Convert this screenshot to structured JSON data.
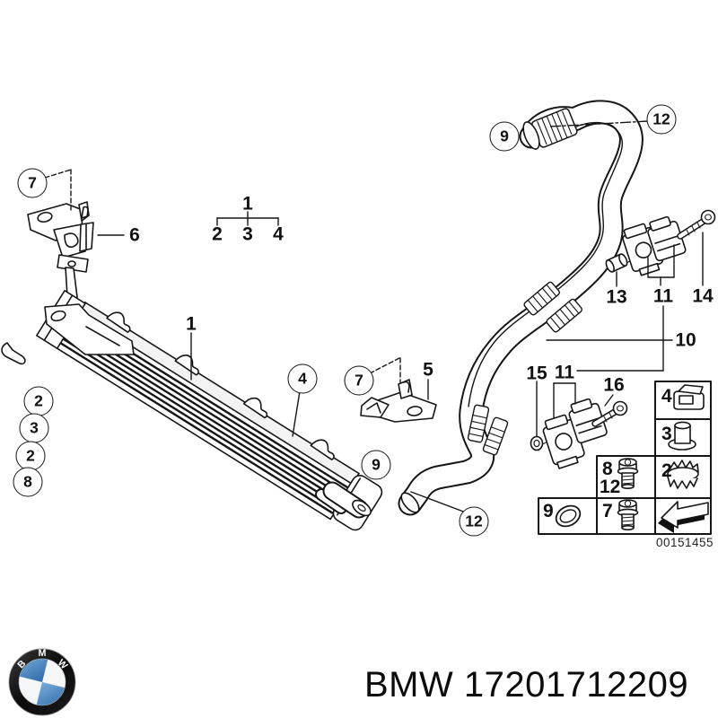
{
  "footer": {
    "brand": "BMW",
    "part_number": "17201712209",
    "text": "BMW 17201712209"
  },
  "diagram": {
    "image_number": "00151455",
    "circled": [
      {
        "n": "7"
      },
      {
        "n": "2"
      },
      {
        "n": "3"
      },
      {
        "n": "2"
      },
      {
        "n": "8"
      },
      {
        "n": "4"
      },
      {
        "n": "7"
      },
      {
        "n": "9"
      },
      {
        "n": "12"
      },
      {
        "n": "9"
      },
      {
        "n": "12"
      }
    ],
    "plain": [
      {
        "n": "1"
      },
      {
        "n": "2"
      },
      {
        "n": "3"
      },
      {
        "n": "4"
      },
      {
        "n": "6"
      },
      {
        "n": "1"
      },
      {
        "n": "5"
      },
      {
        "n": "13"
      },
      {
        "n": "11"
      },
      {
        "n": "14"
      },
      {
        "n": "10"
      },
      {
        "n": "15"
      },
      {
        "n": "11"
      },
      {
        "n": "16"
      }
    ],
    "legend": [
      {
        "n": "4"
      },
      {
        "n": "3"
      },
      {
        "n": "2"
      },
      {
        "n": "8"
      },
      {
        "n": "12"
      },
      {
        "n": "9"
      },
      {
        "n": "7"
      }
    ],
    "icons": {
      "logo": "bmw-roundel",
      "legend_arrow": "install-direction-arrow"
    }
  },
  "colors": {
    "line": "#161616",
    "bmw_blue": "#3f7cbf",
    "background": "#ffffff"
  }
}
